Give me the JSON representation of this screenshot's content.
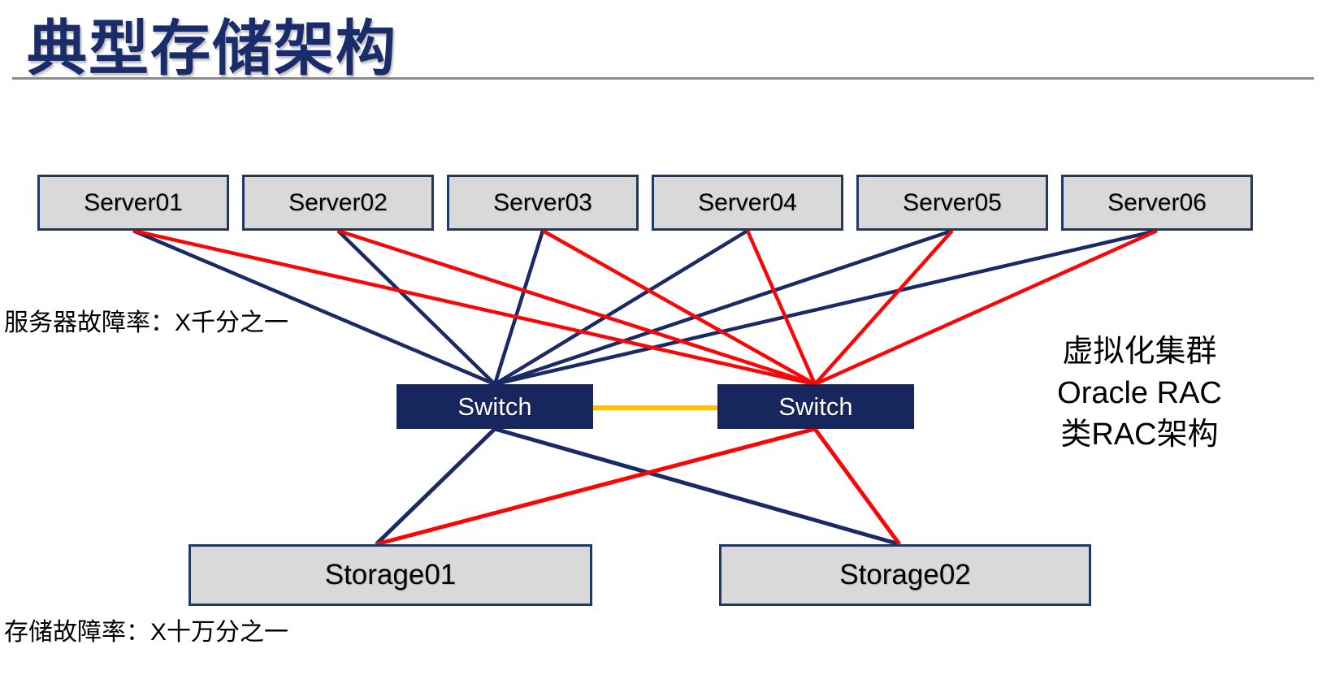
{
  "slide": {
    "title": "典型存储架构"
  },
  "colors": {
    "navy_line": "#1A2A64",
    "red_line": "#FB0606",
    "yellow_line": "#FFC000",
    "box_fill": "#D9D9D9",
    "box_border": "#1F3864",
    "switch_fill": "#18265E",
    "switch_text": "#FFFFFF",
    "title_text": "#1B2C6B",
    "divider_gray": "#8C8C8C"
  },
  "servers": [
    {
      "id": "server01",
      "label": "Server01"
    },
    {
      "id": "server02",
      "label": "Server02"
    },
    {
      "id": "server03",
      "label": "Server03"
    },
    {
      "id": "server04",
      "label": "Server04"
    },
    {
      "id": "server05",
      "label": "Server05"
    },
    {
      "id": "server06",
      "label": "Server06"
    }
  ],
  "switches": [
    {
      "id": "switch-left",
      "label": "Switch"
    },
    {
      "id": "switch-right",
      "label": "Switch"
    }
  ],
  "storages": [
    {
      "id": "storage01",
      "label": "Storage01"
    },
    {
      "id": "storage02",
      "label": "Storage02"
    }
  ],
  "annotations": {
    "server_failure_rate": "服务器故障率：X千分之一",
    "storage_failure_rate": "存储故障率：X十万分之一",
    "cluster_note_lines": [
      "虚拟化集群",
      "Oracle RAC",
      "类RAC架构"
    ]
  },
  "connections": [
    {
      "from": "server01",
      "to": "switch-left",
      "color": "navy"
    },
    {
      "from": "server02",
      "to": "switch-left",
      "color": "navy"
    },
    {
      "from": "server03",
      "to": "switch-left",
      "color": "navy"
    },
    {
      "from": "server04",
      "to": "switch-left",
      "color": "navy"
    },
    {
      "from": "server05",
      "to": "switch-left",
      "color": "navy"
    },
    {
      "from": "server06",
      "to": "switch-left",
      "color": "navy"
    },
    {
      "from": "server01",
      "to": "switch-right",
      "color": "red"
    },
    {
      "from": "server02",
      "to": "switch-right",
      "color": "red"
    },
    {
      "from": "server03",
      "to": "switch-right",
      "color": "red"
    },
    {
      "from": "server04",
      "to": "switch-right",
      "color": "red"
    },
    {
      "from": "server05",
      "to": "switch-right",
      "color": "red"
    },
    {
      "from": "server06",
      "to": "switch-right",
      "color": "red"
    },
    {
      "from": "switch-left",
      "to": "storage01",
      "color": "navy"
    },
    {
      "from": "switch-left",
      "to": "storage02",
      "color": "navy"
    },
    {
      "from": "switch-right",
      "to": "storage01",
      "color": "red"
    },
    {
      "from": "switch-right",
      "to": "storage02",
      "color": "red"
    },
    {
      "from": "switch-left",
      "to": "switch-right",
      "color": "yellow"
    }
  ]
}
